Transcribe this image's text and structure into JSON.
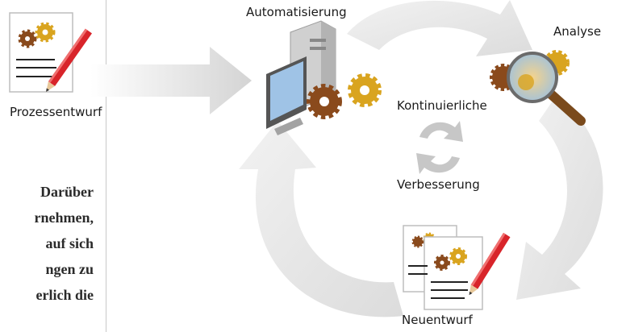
{
  "labels": {
    "automation": "Automatisierung",
    "analysis": "Analyse",
    "continuous": "Kontinuierliche",
    "improvement": "Verbesserung",
    "process_draft": "Prozessentwurf",
    "new_draft": "Neuentwurf"
  },
  "text_fragment": [
    "Darüber",
    "rnehmen,",
    "auf sich",
    "ngen zu",
    "erlich die"
  ],
  "colors": {
    "arrow_gray": "#e6e6e6",
    "gear_brown": "#8a4a1c",
    "gear_gold": "#d9a41f",
    "pencil_red": "#d8242a",
    "monitor_blue": "#9fc3e6"
  }
}
